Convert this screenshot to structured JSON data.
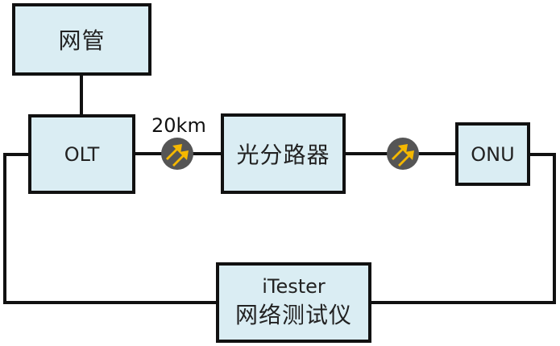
{
  "diagram": {
    "nodes": {
      "nms": {
        "label": "网管"
      },
      "olt": {
        "label": "OLT"
      },
      "splitter": {
        "label": "光分路器"
      },
      "onu": {
        "label": "ONU"
      },
      "tester": {
        "label_line1": "iTester",
        "label_line2": "网络测试仪"
      }
    },
    "links": [
      {
        "from": "nms",
        "to": "olt"
      },
      {
        "from": "olt",
        "to": "splitter",
        "connector": "fiber-connector",
        "label": "20km"
      },
      {
        "from": "splitter",
        "to": "onu",
        "connector": "fiber-connector"
      },
      {
        "from": "olt",
        "to": "tester"
      },
      {
        "from": "onu",
        "to": "tester"
      }
    ],
    "colors": {
      "box_fill": "#daedf3",
      "line": "#111111",
      "connector_bg": "#555555",
      "connector_arrow": "#f5b800"
    }
  }
}
